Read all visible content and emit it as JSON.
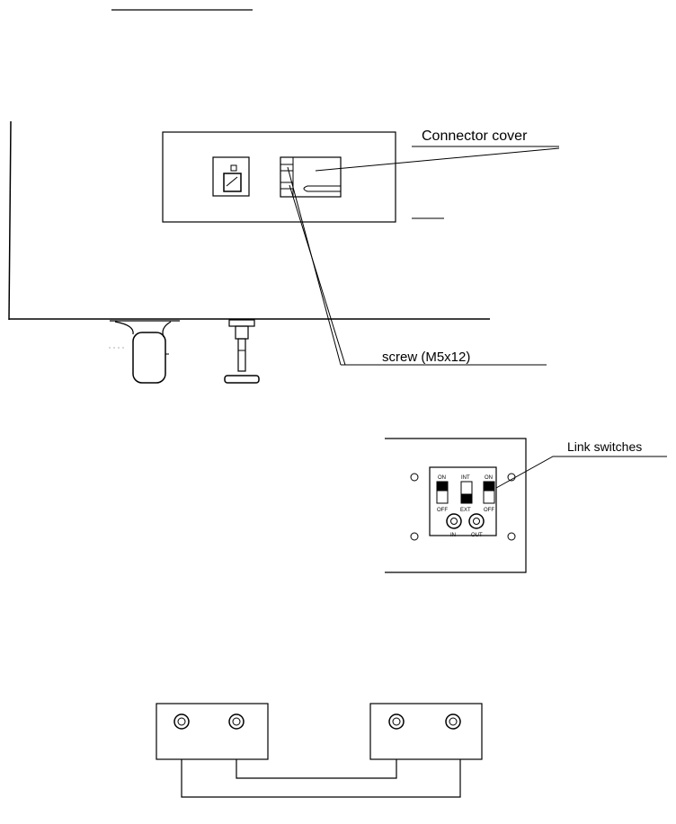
{
  "labels": {
    "connector_cover": "Connector cover",
    "screw": "screw (M5x12)",
    "link_switches": "Link switches"
  },
  "panel_markings": {
    "left_switch_on": "ON",
    "left_switch_off": "OFF",
    "center_switch_int": "INT",
    "center_switch_ext": "EXT",
    "right_switch_on": "ON",
    "right_switch_off": "OFF",
    "jack_in": "IN",
    "jack_out": "OUT"
  }
}
